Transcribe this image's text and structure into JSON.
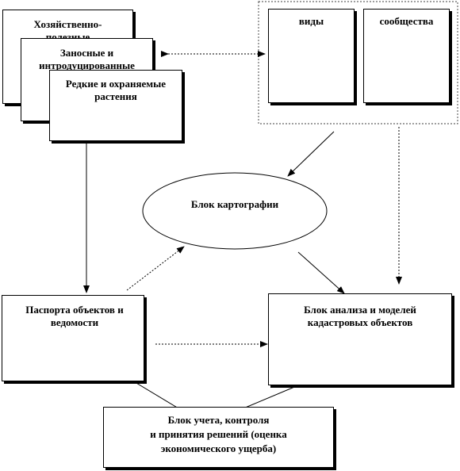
{
  "flora_groups": {
    "economic": "Хозяйственно-полезные",
    "introduced": "Заносные и интродуцированные",
    "rare": "Редкие и охраняемые растения"
  },
  "cadastre_objects": {
    "species": "виды",
    "communities": "сообщества"
  },
  "blocks": {
    "cartography": "Блок картографии",
    "passports": "Паспорта  объектов и ведомости",
    "analysis": "Блок анализа  и моделей кадастровых  объектов",
    "accounting_line1": "Блок учета, контроля",
    "accounting_line2": "и принятия  решений  (оценка",
    "accounting_line3": "экономического  ущерба)"
  },
  "colors": {
    "line": "#000000",
    "dotted_frame": "#555555"
  }
}
